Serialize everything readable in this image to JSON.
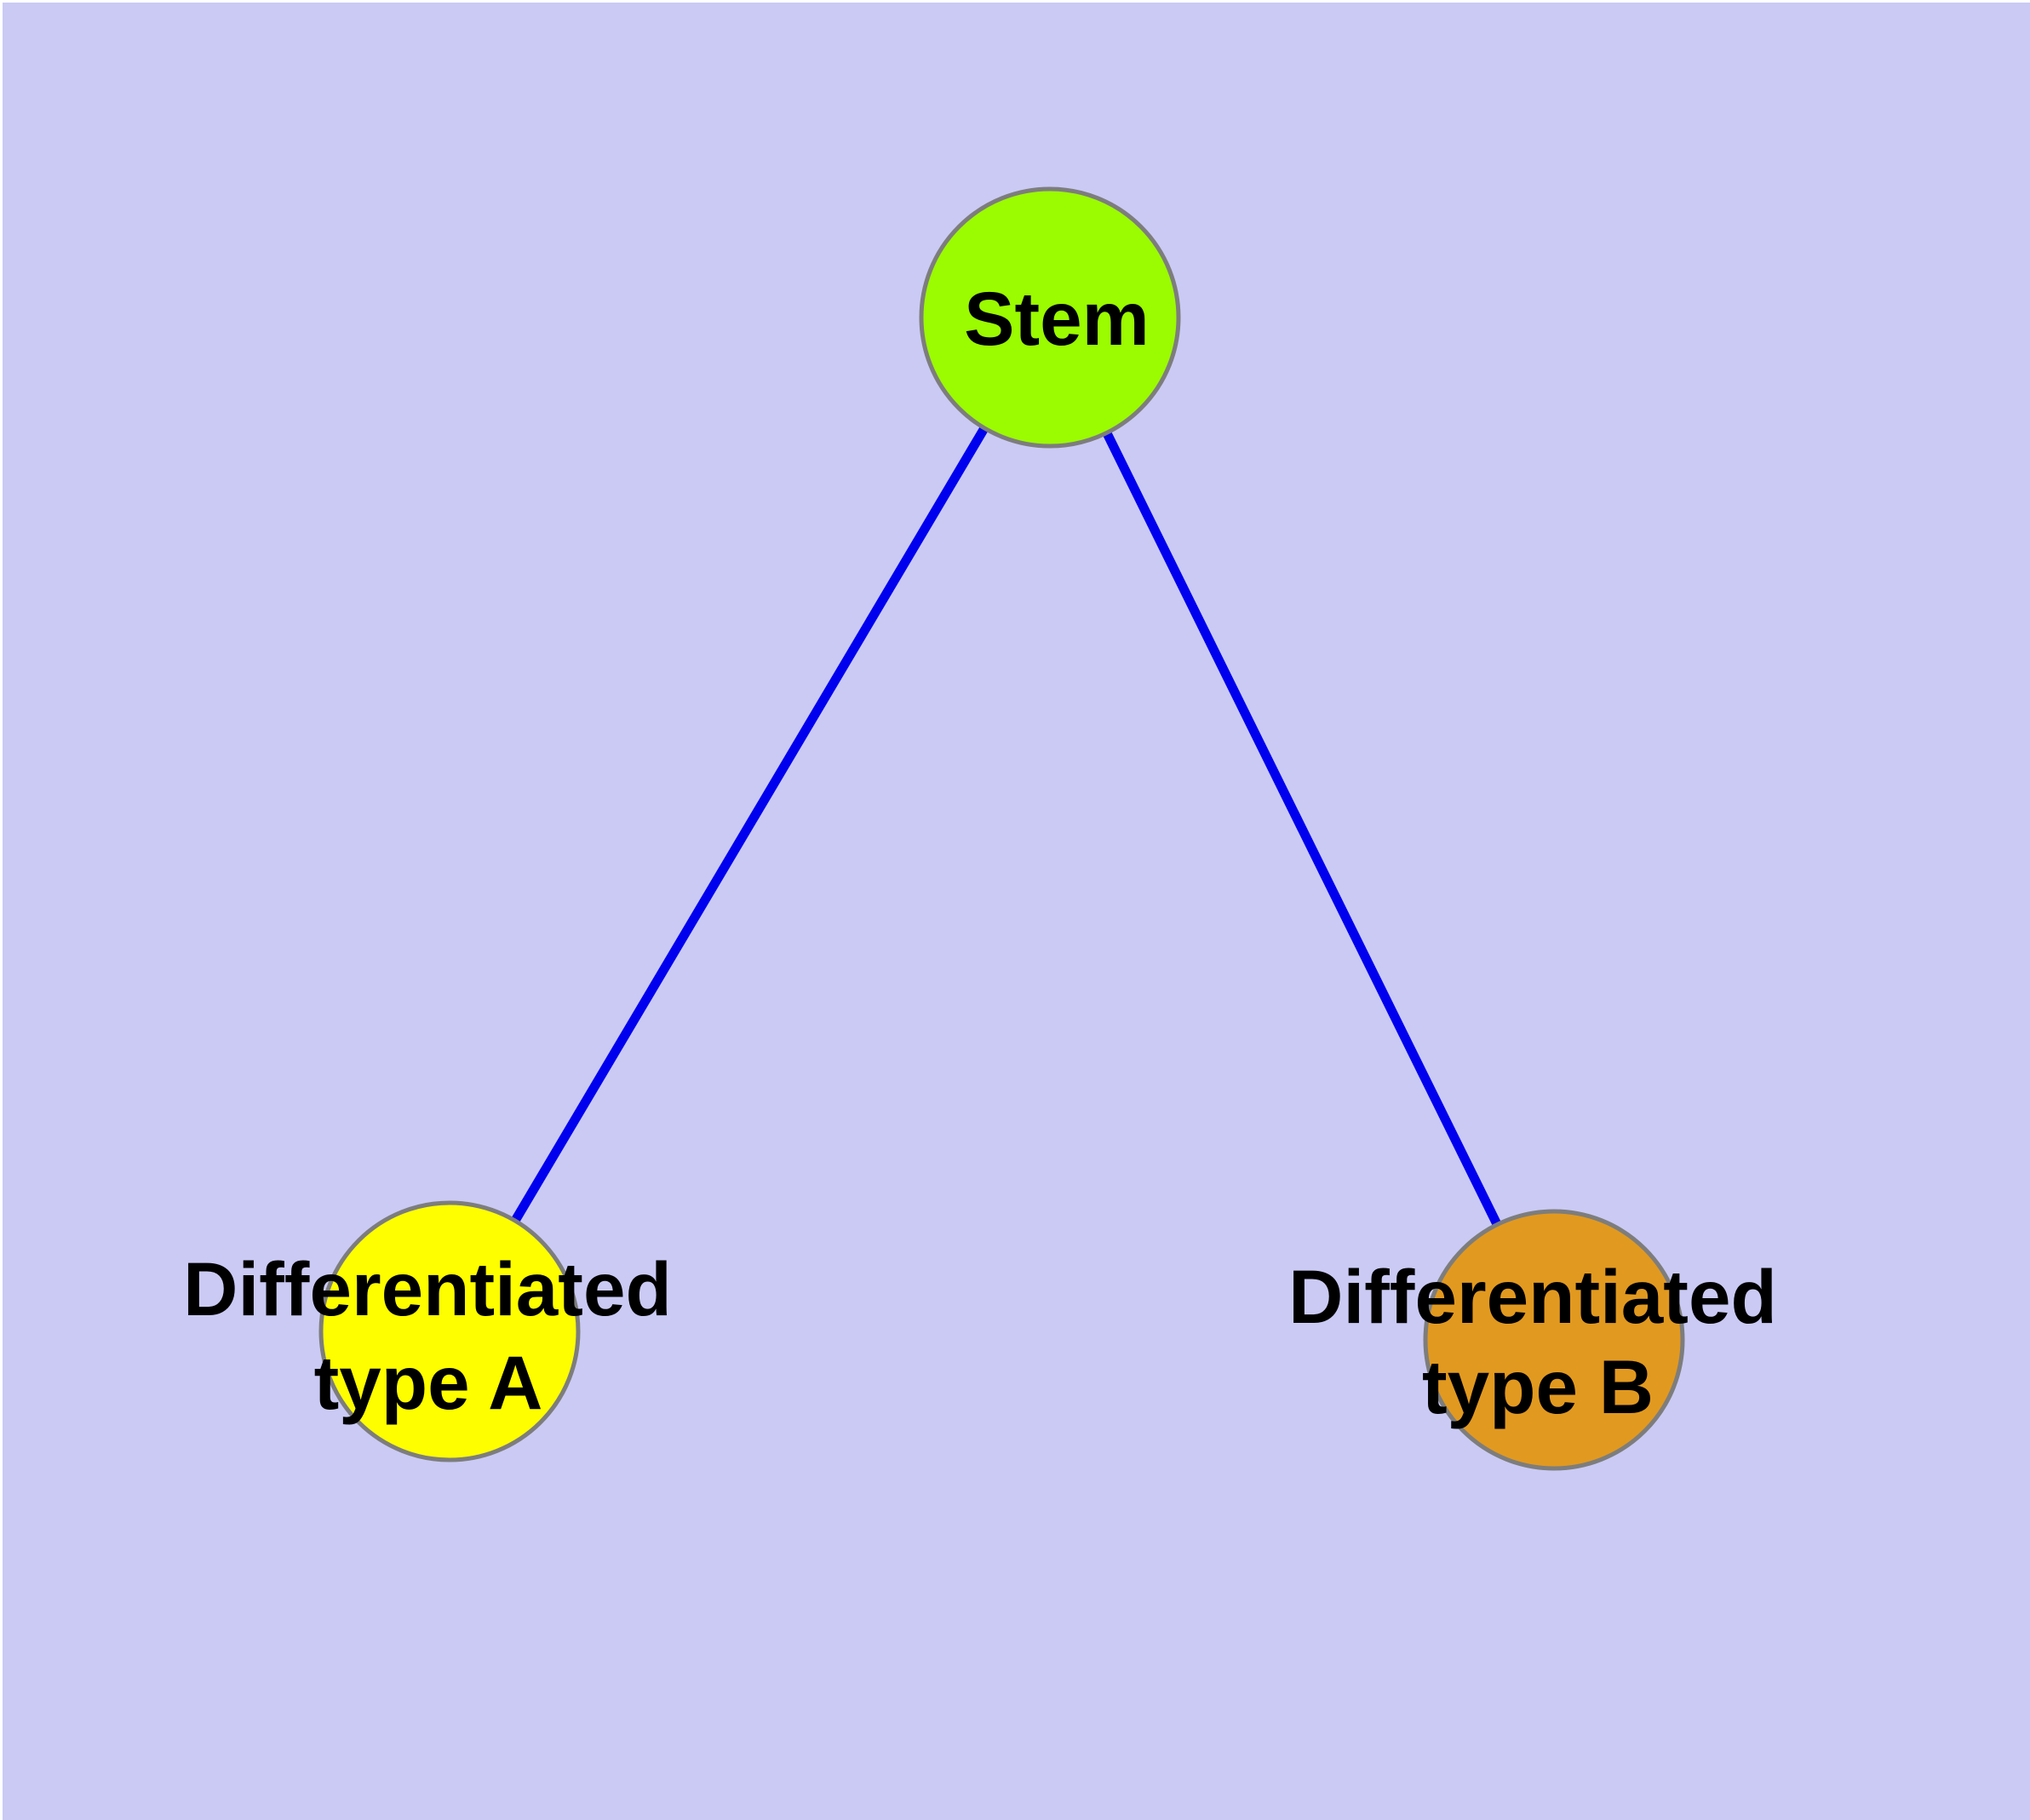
{
  "diagram": {
    "description": "Stem cell differentiation graph",
    "colors": {
      "background": "#CACAF5",
      "canvas_margin": "#FFFFFF",
      "edge": "#0000EE",
      "node_border": "#7D7D7D",
      "label": "#000000"
    },
    "nodes": [
      {
        "id": "stem",
        "label": "Stem",
        "lines": [
          "Stem"
        ],
        "fill": "#9BFB00"
      },
      {
        "id": "differentiated-type-a",
        "label": "Differentiated type A",
        "lines": [
          "Differentiated",
          "type A"
        ],
        "fill": "#FEFE00"
      },
      {
        "id": "differentiated-type-b",
        "label": "Differentiated type B",
        "lines": [
          "Differentiated",
          "type B"
        ],
        "fill": "#E2991F"
      }
    ],
    "edges": [
      {
        "from": "Stem",
        "to": "Differentiated type A"
      },
      {
        "from": "Stem",
        "to": "Differentiated type B"
      }
    ]
  }
}
